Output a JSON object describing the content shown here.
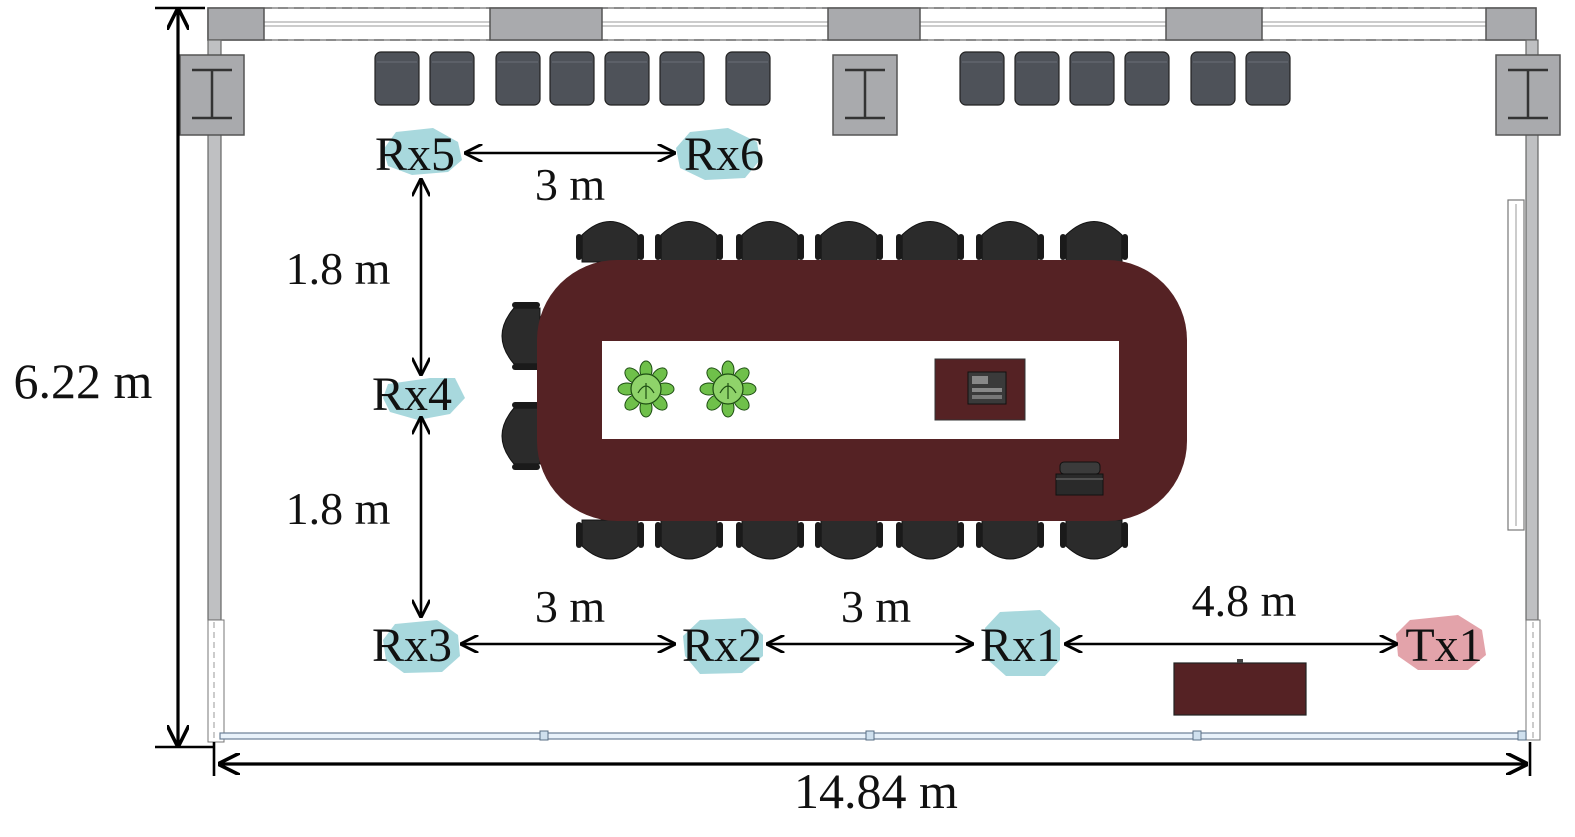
{
  "room": {
    "width_label": "14.84 m",
    "height_label": "6.22 m"
  },
  "nodes": {
    "rx5": "Rx5",
    "rx6": "Rx6",
    "rx4": "Rx4",
    "rx3": "Rx3",
    "rx2": "Rx2",
    "rx1": "Rx1",
    "tx1": "Tx1"
  },
  "distances": {
    "rx5_rx6": "3 m",
    "rx5_rx4": "1.8 m",
    "rx4_rx3": "1.8 m",
    "rx3_rx2": "3 m",
    "rx2_rx1": "3 m",
    "rx1_tx1": "4.8 m"
  },
  "colors": {
    "receiver": "#a8d8dd",
    "transmitter": "#e3a3aa",
    "table": "#552224",
    "chair": "#2b2b2b",
    "stool": "#4e5259",
    "pillar": "#a9aaad",
    "plant": "#6fc04a"
  }
}
